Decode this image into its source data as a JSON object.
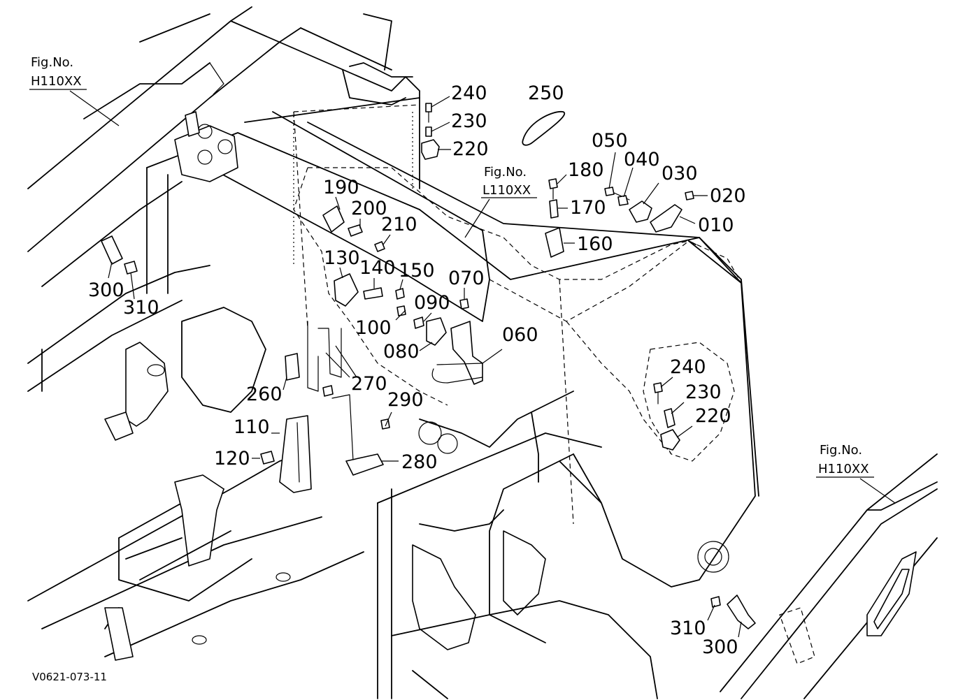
{
  "figure_refs": [
    {
      "label": "Fig.No.",
      "ref": "H110XX"
    },
    {
      "label": "Fig.No.",
      "ref": "L110XX"
    },
    {
      "label": "Fig.No.",
      "ref": "H110XX"
    }
  ],
  "drawing_code": "V0621-073-11",
  "callouts": [
    {
      "id": "240a",
      "text": "240"
    },
    {
      "id": "230a",
      "text": "230"
    },
    {
      "id": "220a",
      "text": "220"
    },
    {
      "id": "250",
      "text": "250"
    },
    {
      "id": "050",
      "text": "050"
    },
    {
      "id": "040",
      "text": "040"
    },
    {
      "id": "030",
      "text": "030"
    },
    {
      "id": "020",
      "text": "020"
    },
    {
      "id": "010",
      "text": "010"
    },
    {
      "id": "180",
      "text": "180"
    },
    {
      "id": "170",
      "text": "170"
    },
    {
      "id": "160",
      "text": "160"
    },
    {
      "id": "190",
      "text": "190"
    },
    {
      "id": "200",
      "text": "200"
    },
    {
      "id": "210",
      "text": "210"
    },
    {
      "id": "130",
      "text": "130"
    },
    {
      "id": "140",
      "text": "140"
    },
    {
      "id": "150",
      "text": "150"
    },
    {
      "id": "070",
      "text": "070"
    },
    {
      "id": "090",
      "text": "090"
    },
    {
      "id": "100",
      "text": "100"
    },
    {
      "id": "080",
      "text": "080"
    },
    {
      "id": "060",
      "text": "060"
    },
    {
      "id": "300a",
      "text": "300"
    },
    {
      "id": "310a",
      "text": "310"
    },
    {
      "id": "260",
      "text": "260"
    },
    {
      "id": "270",
      "text": "270"
    },
    {
      "id": "290",
      "text": "290"
    },
    {
      "id": "110",
      "text": "110"
    },
    {
      "id": "120",
      "text": "120"
    },
    {
      "id": "280",
      "text": "280"
    },
    {
      "id": "240b",
      "text": "240"
    },
    {
      "id": "230b",
      "text": "230"
    },
    {
      "id": "220b",
      "text": "220"
    },
    {
      "id": "310b",
      "text": "310"
    },
    {
      "id": "300b",
      "text": "300"
    }
  ]
}
